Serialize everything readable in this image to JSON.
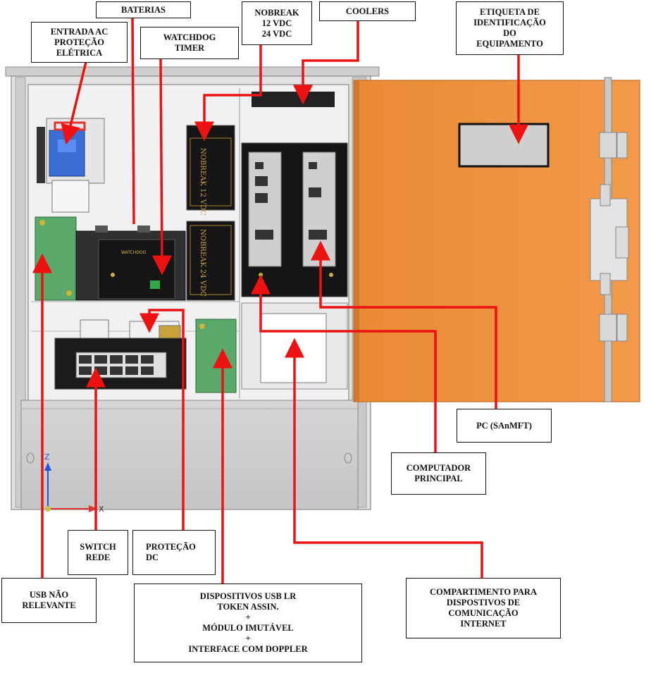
{
  "labels": {
    "baterias": "BATERIAS",
    "entrada_ac": "ENTRADA AC\nPROTEÇÃO\nELÉTRICA",
    "watchdog": "WATCHDOG\nTIMER",
    "nobreak": "NOBREAK\n12 VDC\n24 VDC",
    "coolers": "COOLERS",
    "etiqueta": "ETIQUETA DE\nIDENTIFICAÇÃO\nDO\nEQUIPAMENTO",
    "pc": "PC (SAnMFT)",
    "computador_principal": "COMPUTADOR\nPRINCIPAL",
    "compartimento": "COMPARTIMENTO PARA\nDISPOSTIVOS DE\nCOMUNICAÇÃO\nINTERNET",
    "switch_rede": "SWITCH\nREDE",
    "protecao_dc": "PROTEÇÃO\nDC",
    "usb_nao_relevante": "USB NÃO\nRELEVANTE",
    "dispositivos_usb": "DISPOSITIVOS USB LR\nTOKEN ASSIN.\n+\nMÓDULO IMUTÁVEL\n+\nINTERFACE COM DOPPLER"
  },
  "cabinet_text": {
    "nobreak_12": "NOBREAK  12 VDC",
    "nobreak_24": "NOBREAK  24 VDC",
    "watchdog_board": "WATCHDOG",
    "axis_z": "Z",
    "axis_x": "X"
  },
  "colors": {
    "arrow": "#ee1111",
    "door": "#ec8f3d",
    "door_edge": "#c26a1e",
    "cabinet": "#dcdcdc",
    "panel_dark": "#1a1a1a",
    "pcb_green": "#5aa86a"
  }
}
